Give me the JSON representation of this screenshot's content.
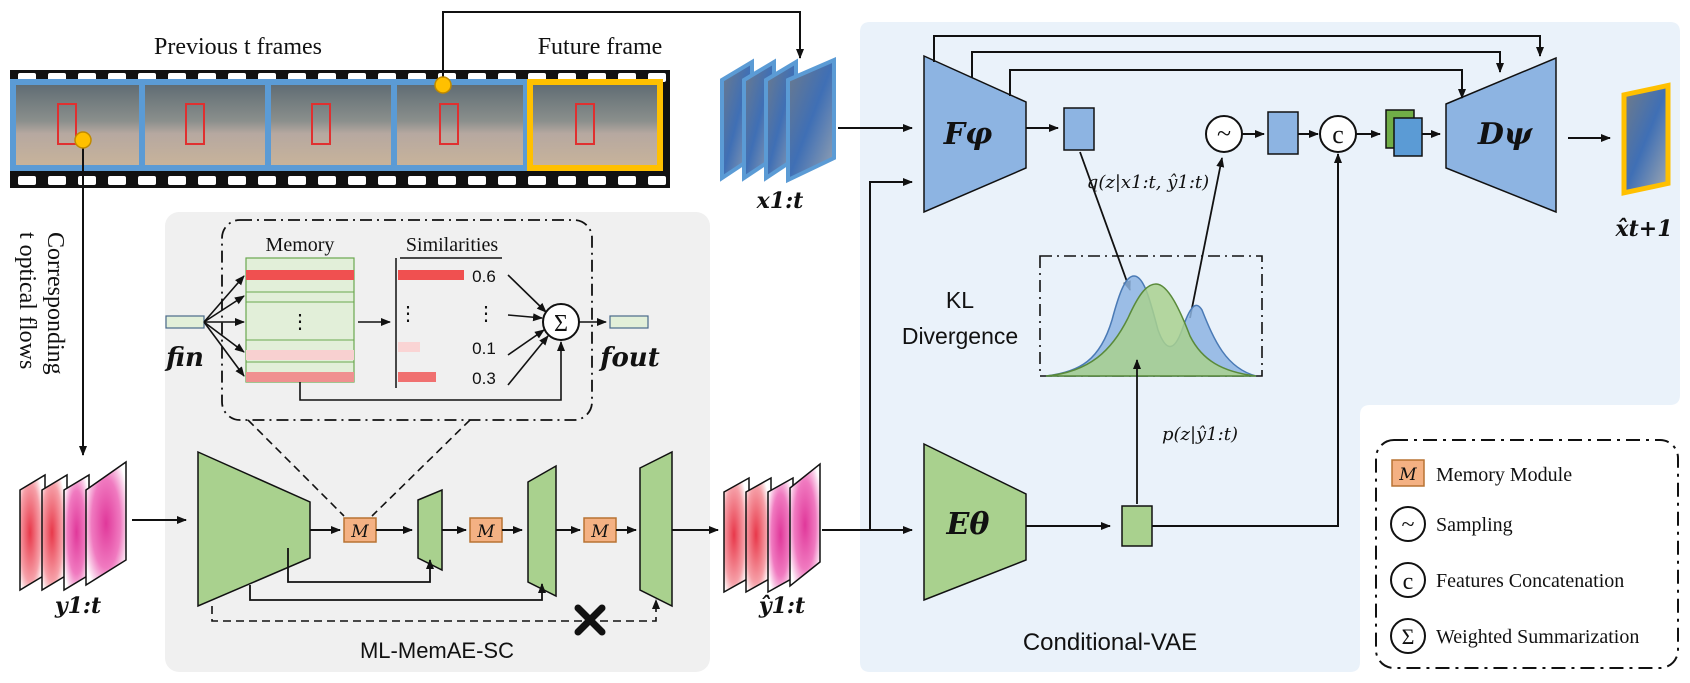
{
  "labels": {
    "previous_frames": "Previous t frames",
    "future_frame": "Future frame",
    "optical_flows_line1": "Corresponding",
    "optical_flows_line2": "t optical flows",
    "x_input": "x1:t",
    "y_input": "y1:t",
    "y_hat": "ŷ1:t",
    "x_hat": "x̂t+1",
    "memory": "Memory",
    "similarities": "Similarities",
    "f_in": "fin",
    "f_out": "fout",
    "ellipsis": "⋮",
    "memae_title": "ML-MemAE-SC",
    "cvae_title": "Conditional-VAE",
    "encoder_f": "Fφ",
    "decoder_d": "Dψ",
    "encoder_e": "Eθ",
    "kl_line1": "KL",
    "kl_line2": "Divergence",
    "q_dist": "q(z|x1:t, ŷ1:t)",
    "p_dist": "p(z|ŷ1:t)",
    "m_symbol": "M"
  },
  "similarity_values": [
    "0.6",
    "0.1",
    "0.3"
  ],
  "legend": {
    "items": [
      {
        "symbol": "M",
        "label": "Memory Module"
      },
      {
        "symbol": "~",
        "label": "Sampling"
      },
      {
        "symbol": "c",
        "label": "Features Concatenation"
      },
      {
        "symbol": "Σ",
        "label": "Weighted Summarization"
      }
    ]
  },
  "colors": {
    "frame_blue": "#5b9bd5",
    "frame_yellow": "#ffc000",
    "encoder_blue": "#8db4e2",
    "encoder_green": "#a9d18e",
    "memory_orange": "#f4b183",
    "panel_blue": "#eaf2fa",
    "panel_gray": "#f0f0f0",
    "similarity_red": "#f05050"
  }
}
